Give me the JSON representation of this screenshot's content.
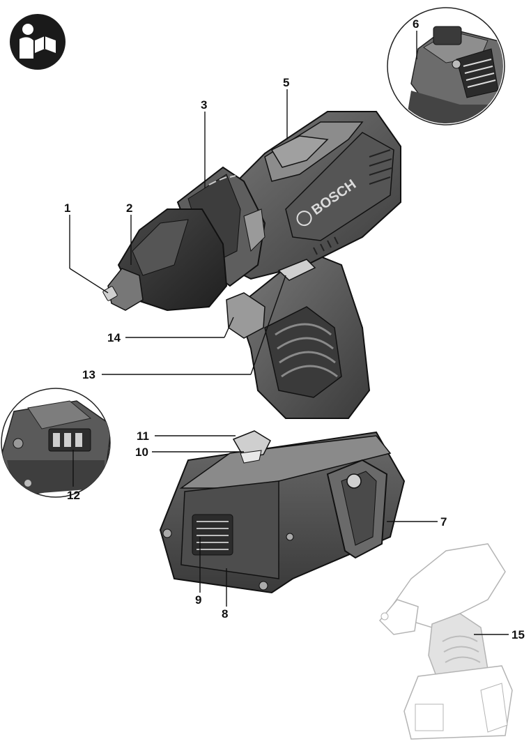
{
  "brand": {
    "logo_text": "BOSCH"
  },
  "callouts": [
    {
      "id": "1",
      "text": "1"
    },
    {
      "id": "2",
      "text": "2"
    },
    {
      "id": "3",
      "text": "3"
    },
    {
      "id": "5",
      "text": "5"
    },
    {
      "id": "6",
      "text": "6"
    },
    {
      "id": "7",
      "text": "7"
    },
    {
      "id": "8",
      "text": "8"
    },
    {
      "id": "9",
      "text": "9"
    },
    {
      "id": "10",
      "text": "10"
    },
    {
      "id": "11",
      "text": "11"
    },
    {
      "id": "12",
      "text": "12"
    },
    {
      "id": "13",
      "text": "13"
    },
    {
      "id": "14",
      "text": "14"
    },
    {
      "id": "15",
      "text": "15"
    }
  ],
  "icons": {
    "manual": "read-manual-icon"
  }
}
